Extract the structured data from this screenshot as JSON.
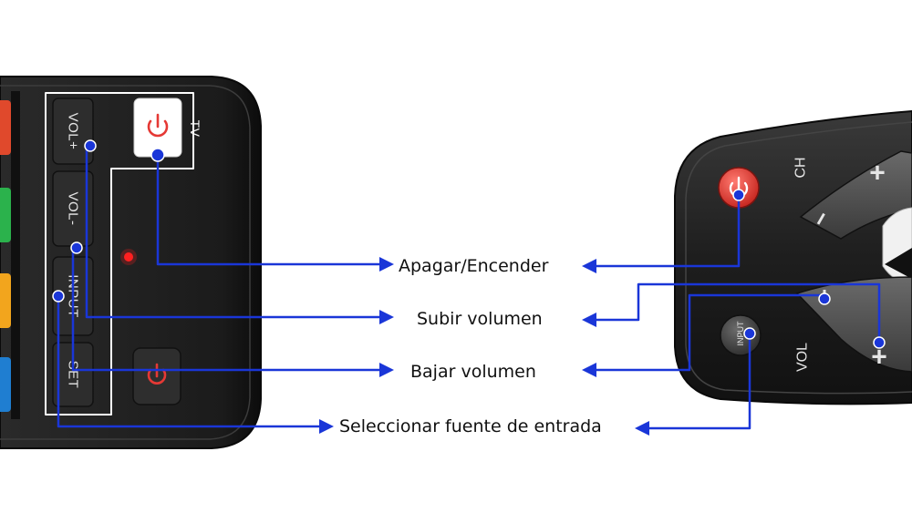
{
  "left_remote": {
    "buttons": {
      "vol_up": "VOL+",
      "vol_down": "VOL-",
      "input": "INPUT",
      "set": "SET"
    },
    "tv_label": "TV"
  },
  "right_remote": {
    "ch_label": "CH",
    "vol_label": "VOL",
    "input_label": "INPUT",
    "plus": "+",
    "minus": "−"
  },
  "callouts": {
    "power": "Apagar/Encender",
    "volume_up": "Subir volumen",
    "volume_down": "Bajar volumen",
    "input_source": "Seleccionar fuente de entrada"
  },
  "colors": {
    "connector": "#1a36d8",
    "remote_body": "#1c1c1c",
    "power_red": "#e53935",
    "led": "#ff2020"
  }
}
